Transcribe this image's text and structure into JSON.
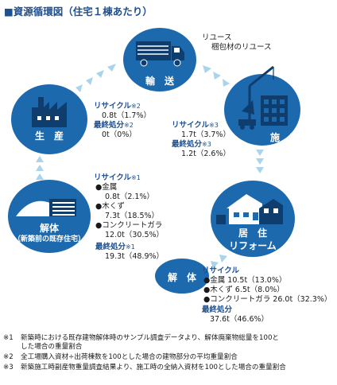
{
  "title": "■資源循環図（住宅１棟あたり）",
  "nodes": {
    "transport": "輸　送",
    "production": "生　産",
    "construction": "施　工",
    "demolition_left": "解体",
    "demolition_left_sub": "（新築前の既存住宅）",
    "residence": "居　住",
    "reform": "リフォーム",
    "demolition_right": "解　体"
  },
  "reuse": {
    "heading": "リユース",
    "detail": "梱包材のリユース"
  },
  "production_stats": {
    "recycle_label": "リサイクル",
    "recycle_note": "※2",
    "recycle_value": "0.8t（1.7%）",
    "final_label": "最終処分",
    "final_note": "※2",
    "final_value": "0t（0%）"
  },
  "construction_stats": {
    "recycle_label": "リサイクル",
    "recycle_note": "※3",
    "recycle_value": "1.7t（3.7%）",
    "final_label": "最終処分",
    "final_note": "※3",
    "final_value": "1.2t（2.6%）"
  },
  "existing_demolition_stats": {
    "recycle_label": "リサイクル",
    "recycle_note": "※1",
    "items": [
      {
        "name": "●金属",
        "value": "0.8t（2.1%）"
      },
      {
        "name": "●木くず",
        "value": "7.3t（18.5%）"
      },
      {
        "name": "●コンクリートガラ",
        "value": "12.0t（30.5%）"
      }
    ],
    "final_label": "最終処分",
    "final_note": "※1",
    "final_value": "19.3t（48.9%）"
  },
  "demolition_stats": {
    "recycle_label": "リサイクル",
    "items": [
      "●金属 10.5t（13.0%）",
      "●木くず 6.5t（8.0%）",
      "●コンクリートガラ 26.0t（32.3%）"
    ],
    "final_label": "最終処分",
    "final_value": "37.6t（46.6%）"
  },
  "notes": [
    {
      "mark": "※1",
      "lines": [
        "新築時における既存建物解体時のサンプル調査データより、解体廃棄物総量を100と",
        "した場合の重量割合"
      ]
    },
    {
      "mark": "※2",
      "lines": [
        "全工場購入資材÷出荷棟数を100とした場合の建物部分の平均重量割合"
      ]
    },
    {
      "mark": "※3",
      "lines": [
        "新築施工時副産物重量調査結果より、施工時の全納入資材を100とした場合の重量割合"
      ]
    }
  ],
  "colors": {
    "circle": "#1d69ad",
    "arrow": "#a9d4ec",
    "accent_text": "#1e4e8c",
    "icon_dark": "#0e3d6e"
  }
}
